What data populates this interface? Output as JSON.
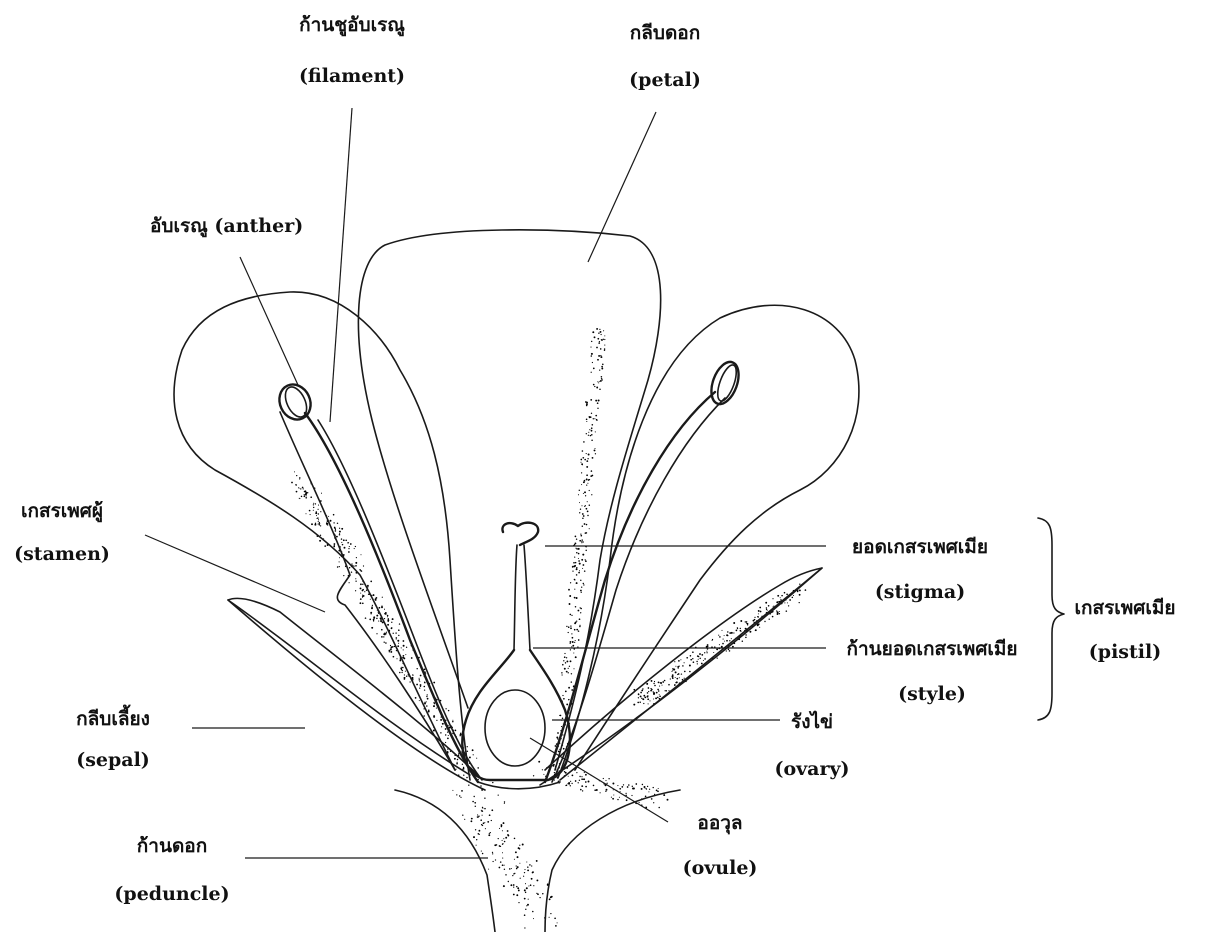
{
  "labels": {
    "filament_th": "ก้านชูอับเรณู",
    "filament_en": "(filament)",
    "petal_th": "กลีบดอก",
    "petal_en": "(petal)",
    "anther": "อับเรณู (anther)",
    "stamen_th": "เกสรเพศผู้",
    "stamen_en": "(stamen)",
    "sepal_th": "กลีบเลี้ยง",
    "sepal_en": "(sepal)",
    "peduncle_th": "ก้านดอก",
    "peduncle_en": "(peduncle)",
    "stigma_th": "ยอดเกสรเพศเมีย",
    "stigma_en": "(stigma)",
    "style_th": "ก้านยอดเกสรเพศเมีย",
    "style_en": "(style)",
    "ovary_th": "รังไข่",
    "ovary_en": "(ovary)",
    "ovule_th": "ออวุล",
    "ovule_en": "(ovule)",
    "pistil_th": "เกสรเพศเมีย",
    "pistil_en": "(pistil)"
  }
}
